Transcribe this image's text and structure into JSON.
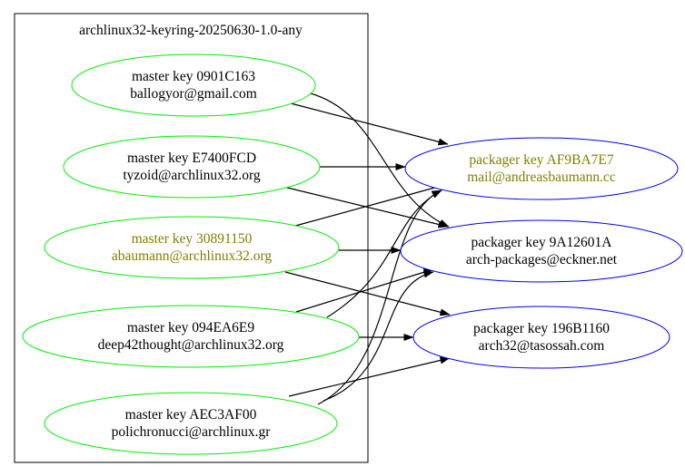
{
  "cluster": {
    "title": "archlinux32-keyring-20250630-1.0-any"
  },
  "colors": {
    "master_border": "#00ee00",
    "packager_border": "#0000ee",
    "highlight_text": "#808000",
    "normal_text": "#000000",
    "edge": "#000000",
    "cluster_border": "#000000"
  },
  "master_keys": [
    {
      "id": "m1",
      "line1": "master key 0901C163",
      "line2": "ballogyor@gmail.com",
      "highlight": false
    },
    {
      "id": "m2",
      "line1": "master key E7400FCD",
      "line2": "tyzoid@archlinux32.org",
      "highlight": false
    },
    {
      "id": "m3",
      "line1": "master key 30891150",
      "line2": "abaumann@archlinux32.org",
      "highlight": true
    },
    {
      "id": "m4",
      "line1": "master key 094EA6E9",
      "line2": "deep42thought@archlinux32.org",
      "highlight": false
    },
    {
      "id": "m5",
      "line1": "master key AEC3AF00",
      "line2": "polichronucci@archlinux.gr",
      "highlight": false
    }
  ],
  "packager_keys": [
    {
      "id": "p1",
      "line1": "packager key AF9BA7E7",
      "line2": "mail@andreasbaumann.cc",
      "highlight": true
    },
    {
      "id": "p2",
      "line1": "packager key 9A12601A",
      "line2": "arch-packages@eckner.net",
      "highlight": false
    },
    {
      "id": "p3",
      "line1": "packager key 196B1160",
      "line2": "arch32@tasossah.com",
      "highlight": false
    }
  ],
  "signatures": [
    {
      "from": "m1",
      "to": "p1"
    },
    {
      "from": "m1",
      "to": "p2"
    },
    {
      "from": "m2",
      "to": "p1"
    },
    {
      "from": "m2",
      "to": "p2"
    },
    {
      "from": "m3",
      "to": "p1"
    },
    {
      "from": "m3",
      "to": "p2"
    },
    {
      "from": "m3",
      "to": "p3"
    },
    {
      "from": "m4",
      "to": "p1"
    },
    {
      "from": "m4",
      "to": "p2"
    },
    {
      "from": "m4",
      "to": "p3"
    },
    {
      "from": "m5",
      "to": "p1"
    },
    {
      "from": "m5",
      "to": "p2"
    },
    {
      "from": "m5",
      "to": "p3"
    }
  ]
}
